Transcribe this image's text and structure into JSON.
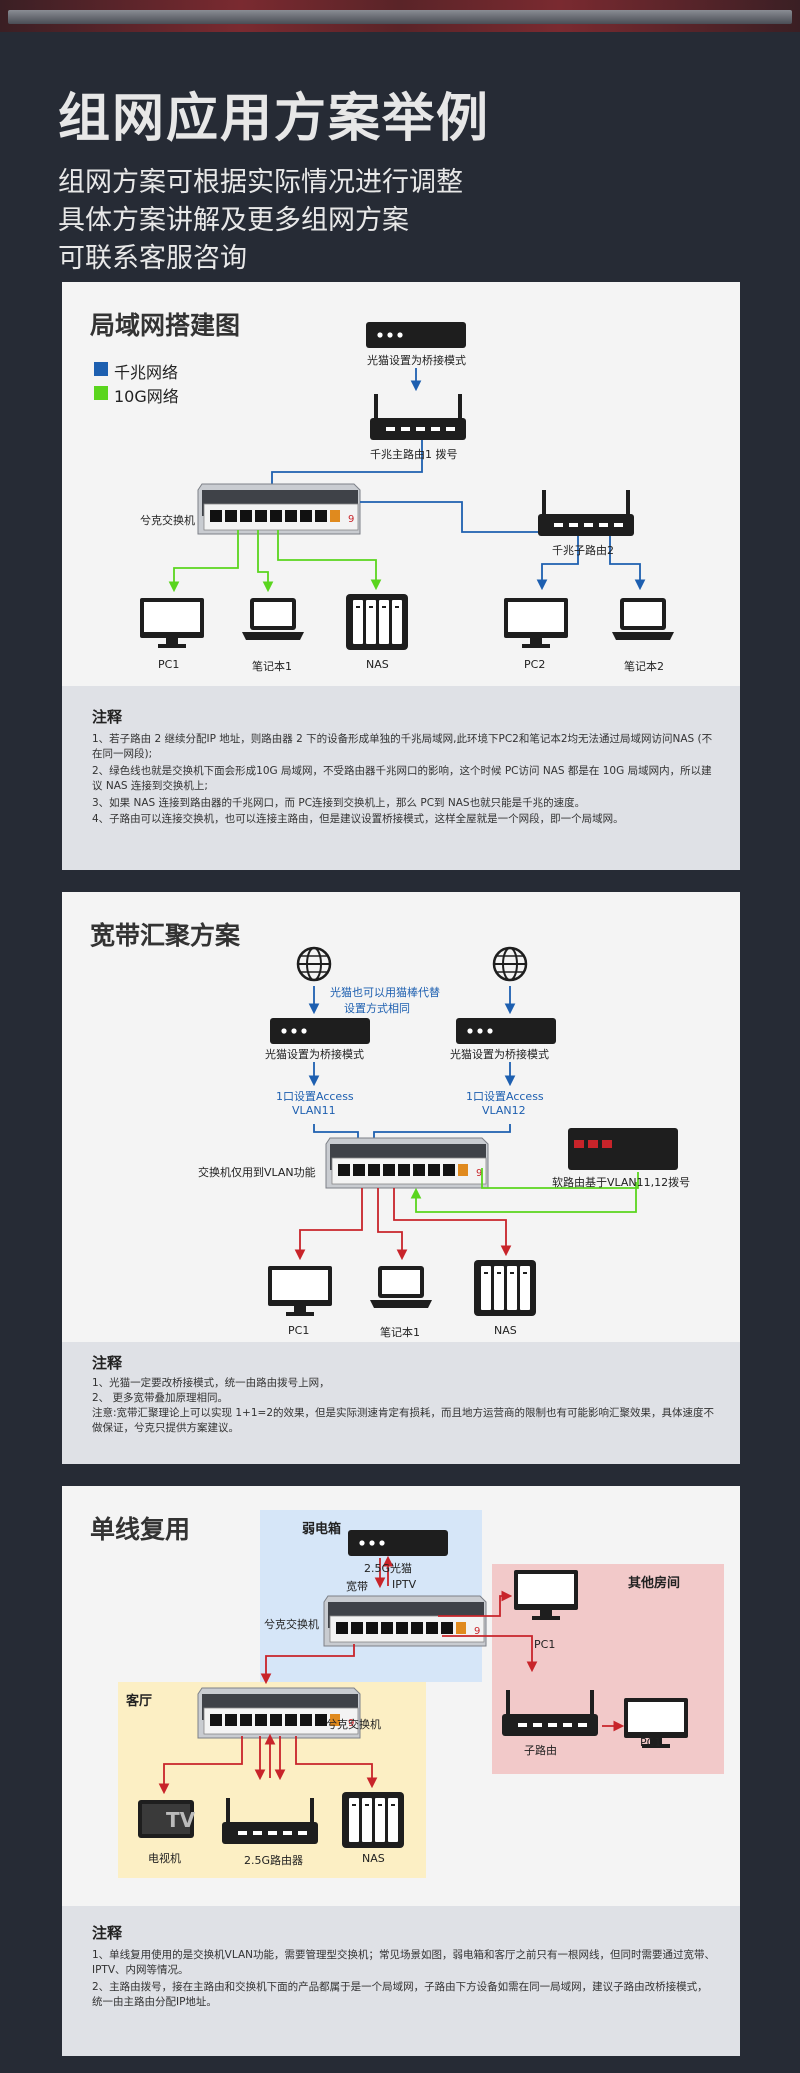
{
  "header": {
    "title": "组网应用方案举例",
    "subtitle_lines": [
      "组网方案可根据实际情况进行调整",
      "具体方案讲解及更多组网方案",
      "可联系客服咨询"
    ]
  },
  "panel1": {
    "title": "局域网搭建图",
    "legend": [
      {
        "label": "千兆网络",
        "color": "#1d5fb0"
      },
      {
        "label": "10G网络",
        "color": "#5ad51e"
      }
    ],
    "modem_label": "光猫设置为桥接模式",
    "main_router_label": "千兆主路由1 拨号",
    "switch_label": "兮克交换机",
    "sub_router_label": "千兆子路由2",
    "devices": [
      "PC1",
      "笔记本1",
      "NAS",
      "PC2",
      "笔记本2"
    ],
    "notes_title": "注释",
    "notes": [
      "1、若子路由 2 继续分配IP 地址，则路由器 2 下的设备形成单独的千兆局域网,此环境下PC2和笔记本2均无法通过局域网访问NAS (不在同一网段);",
      "2、绿色线也就是交换机下面会形成10G 局域网，不受路由器千兆网口的影响，这个时候 PC访问 NAS 都是在 10G 局域网内，所以建议 NAS 连接到交换机上;",
      "3、如果 NAS 连接到路由器的千兆网口，而 PC连接到交换机上，那么 PC到 NAS也就只能是千兆的速度。",
      "4、子路由可以连接交换机，也可以连接主路由，但是建议设置桥接模式，这样全屋就是一个网段，即一个局域网。"
    ]
  },
  "panel2": {
    "title": "宽带汇聚方案",
    "modem_note_line1": "光猫也可以用猫棒代替",
    "modem_note_line2": "设置方式相同",
    "modem1_label": "光猫设置为桥接模式",
    "modem2_label": "光猫设置为桥接模式",
    "vlan1_line1": "1口设置Access",
    "vlan1_line2": "VLAN11",
    "vlan2_line1": "1口设置Access",
    "vlan2_line2": "VLAN12",
    "switch_label": "交换机仅用到VLAN功能",
    "soft_router_label": "软路由基于VLAN11,12拨号",
    "devices": [
      "PC1",
      "笔记本1",
      "NAS"
    ],
    "notes_title": "注释",
    "notes": [
      "1、光猫一定要改桥接模式，统一由路由拨号上网，",
      "2、 更多宽带叠加原理相同。",
      "注意:宽带汇聚理论上可以实现 1+1=2的效果，但是实际测速肯定有损耗，而且地方运营商的限制也有可能影响汇聚效果，具体速度不做保证，兮克只提供方案建议。"
    ]
  },
  "panel3": {
    "title": "单线复用",
    "box_weak": "弱电箱",
    "modem_label": "2.5G光猫",
    "broadband": "宽带",
    "iptv": "IPTV",
    "switch1_label": "兮克交换机",
    "box_other": "其他房间",
    "other_pc1": "PC1",
    "box_living": "客厅",
    "switch2_label": "兮克交换机",
    "sub_router": "子路由",
    "other_pc2": "PC1",
    "tv_glyph": "TV",
    "tv_label": "电视机",
    "router_label": "2.5G路由器",
    "nas_label": "NAS",
    "notes_title": "注释",
    "notes": [
      "1、单线复用使用的是交换机VLAN功能，需要管理型交换机；常见场景如图，弱电箱和客厅之前只有一根网线，但同时需要通过宽带、IPTV、内网等情况。",
      "2、主路由拨号，接在主路由和交换机下面的产品都属于是一个局域网，子路由下方设备如需在同一局域网，建议子路由改桥接模式，统一由主路由分配IP地址。"
    ]
  },
  "colors": {
    "gigabit": "#1d5fb0",
    "tenG": "#5ad51e",
    "red": "#c8242a"
  }
}
